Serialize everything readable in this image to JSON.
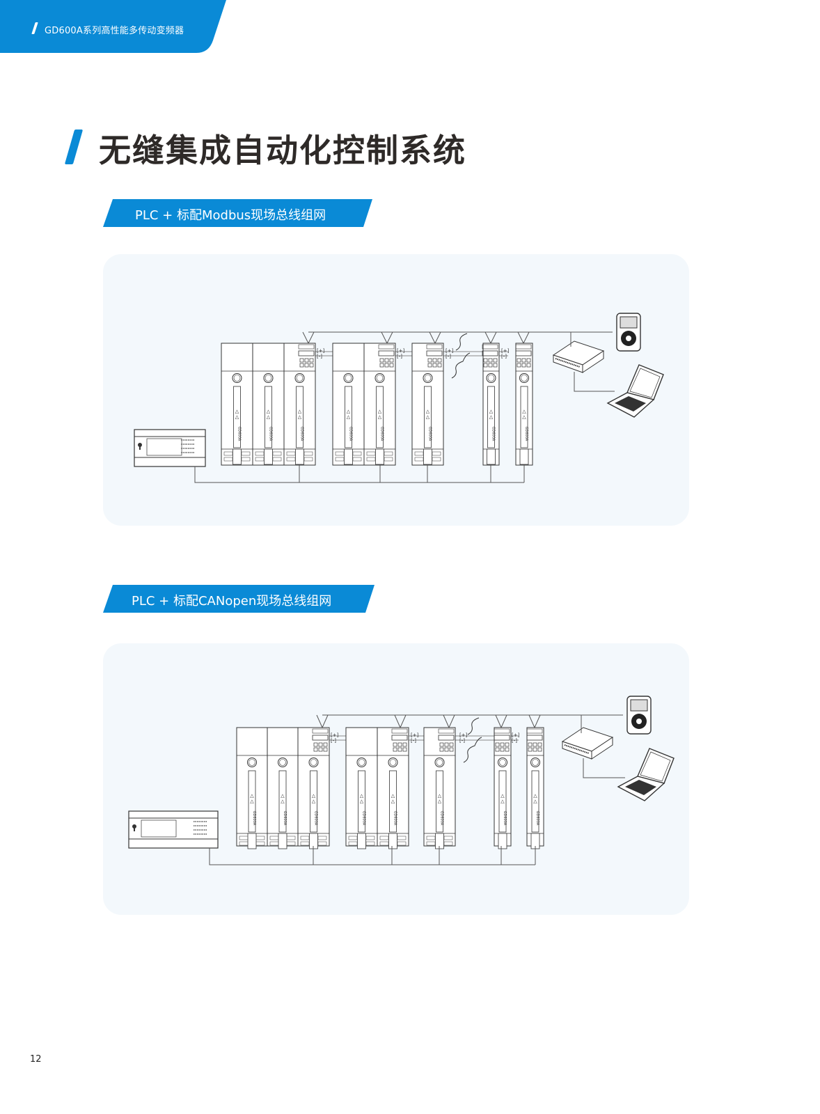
{
  "header": {
    "doc_title": "GD600A系列高性能多传动变频器"
  },
  "page_title": "无缝集成自动化控制系统",
  "sections": [
    {
      "label": "PLC + 标配Modbus现场总线组网",
      "bus": "Modbus"
    },
    {
      "label": "PLC + 标配CANopen现场总线组网",
      "bus": "CANopen"
    }
  ],
  "diagram": {
    "drive_label": "GD600A",
    "bus_plus": "+",
    "bus_minus": "-"
  },
  "colors": {
    "accent": "#0a8ad6",
    "panel_bg": "#f3f8fc",
    "title": "#2e2a28"
  },
  "footer": {
    "page_number": "12"
  }
}
